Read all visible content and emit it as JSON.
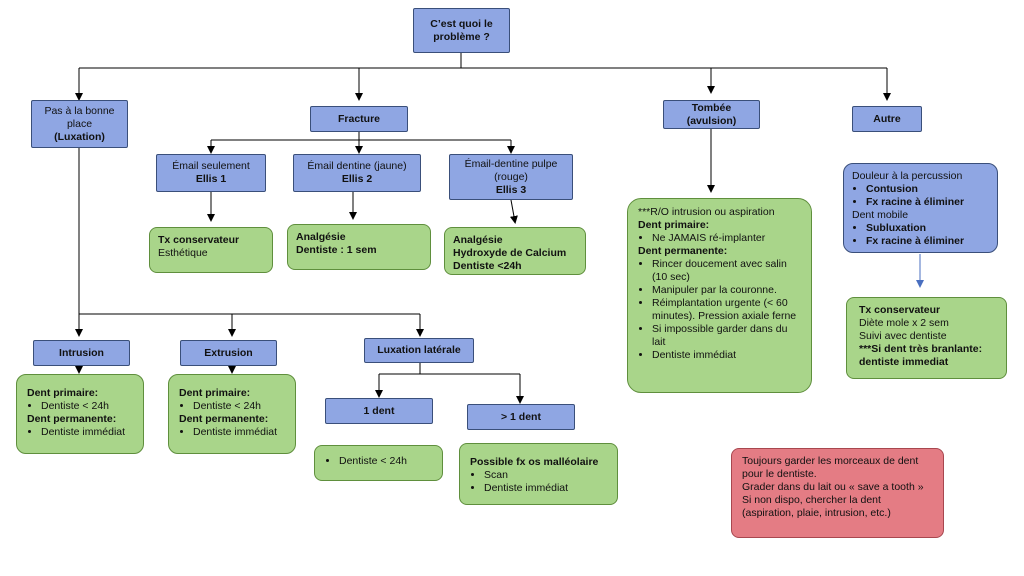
{
  "root": {
    "line1": "C’est quoi le",
    "line2": "problème ?"
  },
  "luxation": {
    "line1": "Pas à la bonne",
    "line2": "place",
    "line3": "(Luxation)"
  },
  "fracture": {
    "label": "Fracture"
  },
  "avulsion": {
    "line1": "Tombée",
    "line2": "(avulsion)"
  },
  "autre": {
    "label": "Autre"
  },
  "ellis1": {
    "line1": "Émail seulement",
    "line2": "Ellis 1"
  },
  "ellis2": {
    "line1": "Émail dentine (jaune)",
    "line2": "Ellis 2"
  },
  "ellis3": {
    "line1": "Émail-dentine pulpe",
    "line2": "(rouge)",
    "line3": "Ellis 3"
  },
  "tx1": {
    "line1": "Tx conservateur",
    "line2": "Esthétique"
  },
  "tx2": {
    "line1": "Analgésie",
    "line2": "Dentiste : 1 sem"
  },
  "tx3": {
    "line1": "Analgésie",
    "line2": "Hydroxyde de Calcium",
    "line3": "Dentiste <24h"
  },
  "avulsion_details": {
    "intro": "***R/O intrusion ou aspiration",
    "primary_title": "Dent primaire:",
    "primary_items": [
      "Ne JAMAIS ré-implanter"
    ],
    "permanent_title": "Dent permanente:",
    "permanent_items": [
      "Rincer doucement avec salin (10 sec)",
      "Manipuler par la couronne.",
      "Réimplantation urgente (< 60 minutes). Pression axiale ferne",
      "Si impossible garder dans du lait",
      "Dentiste immédiat"
    ]
  },
  "autre_details": {
    "line1": "Douleur à la percussion",
    "items1": [
      "Contusion",
      "Fx racine à éliminer"
    ],
    "line2": "Dent mobile",
    "items2": [
      "Subluxation",
      "Fx racine à éliminer"
    ]
  },
  "autre_tx": {
    "line1": "Tx conservateur",
    "line2": "Diète mole x 2 sem",
    "line3": "Suivi avec dentiste",
    "line4": "***Si dent très branlante: dentiste immediat"
  },
  "intrusion": {
    "label": "Intrusion"
  },
  "extrusion": {
    "label": "Extrusion"
  },
  "laterale": {
    "label": "Luxation latérale"
  },
  "intrusion_details": {
    "primary_title": "Dent primaire:",
    "primary_item": "Dentiste < 24h",
    "permanent_title": "Dent permanente:",
    "permanent_item": "Dentiste immédiat"
  },
  "extrusion_details": {
    "primary_title": "Dent primaire:",
    "primary_item": "Dentiste < 24h",
    "permanent_title": "Dent permanente:",
    "permanent_item": "Dentiste immédiat"
  },
  "one_tooth": {
    "label": "1 dent"
  },
  "many_teeth": {
    "label": "> 1 dent"
  },
  "one_tooth_details": {
    "item": "Dentiste < 24h"
  },
  "many_teeth_details": {
    "title": "Possible fx os malléolaire",
    "items": [
      "Scan",
      "Dentiste immédiat"
    ]
  },
  "note": {
    "line1": "Toujours garder les morceaux de dent pour le dentiste.",
    "line2": "Grader dans du lait ou « save a tooth »",
    "line3": "Si non dispo, chercher la dent (aspiration, plaie, intrusion, etc.)"
  }
}
